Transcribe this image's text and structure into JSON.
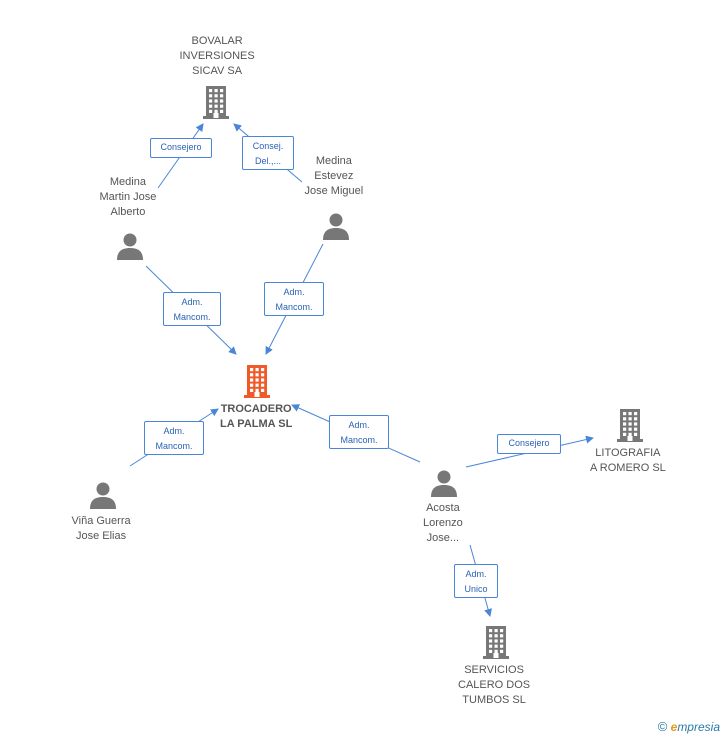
{
  "nodes": [
    {
      "id": "bovalar",
      "type": "company",
      "color": "#777777",
      "lines": [
        "BOVALAR",
        "INVERSIONES",
        "SICAV SA"
      ]
    },
    {
      "id": "medina_estevez",
      "type": "person",
      "color": "#777777",
      "lines": [
        "Medina",
        "Estevez",
        "Jose Miguel"
      ]
    },
    {
      "id": "medina_martin",
      "type": "person",
      "color": "#777777",
      "lines": [
        "Medina",
        "Martin Jose",
        "Alberto"
      ]
    },
    {
      "id": "trocadero",
      "type": "company",
      "color": "#f05a28",
      "lines": [
        "TROCADERO",
        "LA PALMA  SL"
      ]
    },
    {
      "id": "vina_guerra",
      "type": "person",
      "color": "#777777",
      "lines": [
        "Viña Guerra",
        "Jose Elias"
      ]
    },
    {
      "id": "acosta",
      "type": "person",
      "color": "#777777",
      "lines": [
        "Acosta",
        "Lorenzo",
        "Jose..."
      ]
    },
    {
      "id": "litografia",
      "type": "company",
      "color": "#777777",
      "lines": [
        "LITOGRAFIA",
        "A ROMERO SL"
      ]
    },
    {
      "id": "servicios",
      "type": "company",
      "color": "#777777",
      "lines": [
        "SERVICIOS",
        "CALERO DOS",
        "TUMBOS  SL"
      ]
    }
  ],
  "edges": [
    {
      "from": "medina_martin",
      "to": "bovalar",
      "lines": [
        "Consejero"
      ]
    },
    {
      "from": "medina_estevez",
      "to": "bovalar",
      "lines": [
        "Consej.",
        "Del.,..."
      ]
    },
    {
      "from": "medina_martin",
      "to": "trocadero",
      "lines": [
        "Adm.",
        "Mancom."
      ]
    },
    {
      "from": "medina_estevez",
      "to": "trocadero",
      "lines": [
        "Adm.",
        "Mancom."
      ]
    },
    {
      "from": "vina_guerra",
      "to": "trocadero",
      "lines": [
        "Adm.",
        "Mancom."
      ]
    },
    {
      "from": "acosta",
      "to": "trocadero",
      "lines": [
        "Adm.",
        "Mancom."
      ]
    },
    {
      "from": "acosta",
      "to": "litografia",
      "lines": [
        "Consejero"
      ]
    },
    {
      "from": "acosta",
      "to": "servicios",
      "lines": [
        "Adm.",
        "Unico"
      ]
    }
  ],
  "brand": {
    "copyright": "©",
    "e": "e",
    "rest": "mpresia"
  },
  "colors": {
    "edge": "#4a86d8",
    "icon_gray": "#777777",
    "icon_main": "#f05a28"
  }
}
